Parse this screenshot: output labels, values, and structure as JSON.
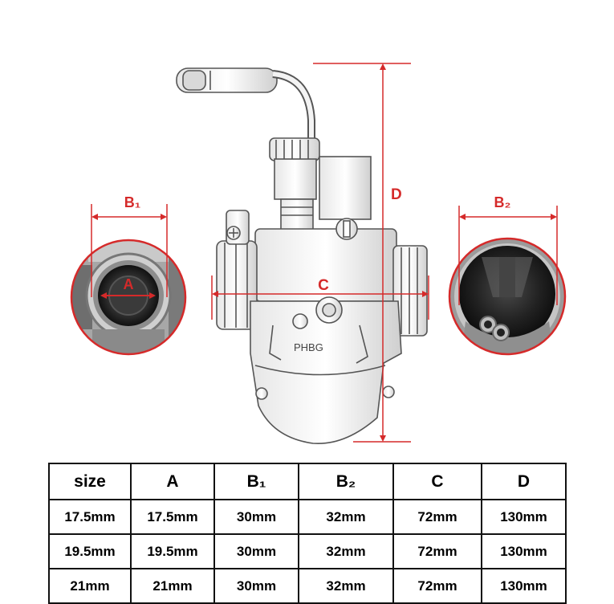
{
  "diagram": {
    "labels": {
      "a": "A",
      "b1": "B₁",
      "b2": "B₂",
      "c": "C",
      "d": "D",
      "model_stamp": "PHBG"
    },
    "accent_color": "#d52a2a"
  },
  "table": {
    "headers": [
      "size",
      "A",
      "B₁",
      "B₂",
      "C",
      "D"
    ],
    "rows": [
      [
        "17.5mm",
        "17.5mm",
        "30mm",
        "32mm",
        "72mm",
        "130mm"
      ],
      [
        "19.5mm",
        "19.5mm",
        "30mm",
        "32mm",
        "72mm",
        "130mm"
      ],
      [
        "21mm",
        "21mm",
        "30mm",
        "32mm",
        "72mm",
        "130mm"
      ]
    ]
  }
}
